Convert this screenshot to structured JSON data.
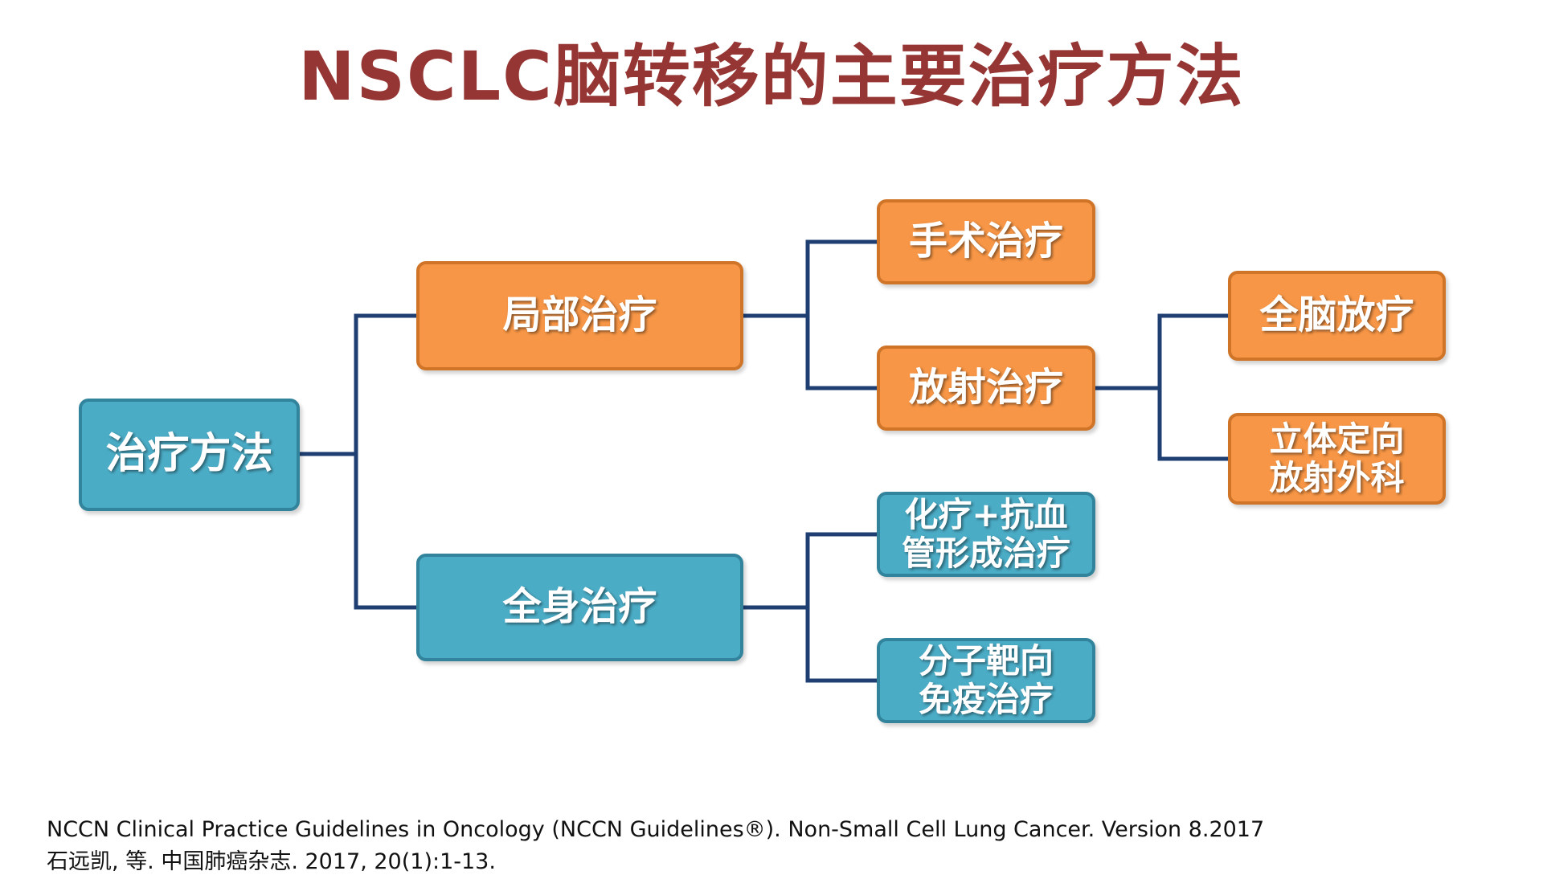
{
  "title": "NSCLC脑转移的主要治疗方法",
  "nodes": {
    "root": "治疗方法",
    "local": "局部治疗",
    "systemic": "全身治疗",
    "surgery": "手术治疗",
    "radiotherapy": "放射治疗",
    "wbrt": "全脑放疗",
    "srs": "立体定向\n放射外科",
    "chemo": "化疗+抗血\n管形成治疗",
    "targeted": "分子靶向\n免疫治疗"
  },
  "references": [
    "NCCN Clinical Practice Guidelines in Oncology (NCCN Guidelines®). Non-Small Cell Lung Cancer. Version 8.2017",
    "石远凯, 等. 中国肺癌杂志. 2017, 20(1):1-13."
  ],
  "colors": {
    "title": "#963634",
    "local_branch": "#f79646",
    "systemic_branch": "#4bacc6",
    "connector": "#1f3f73"
  }
}
